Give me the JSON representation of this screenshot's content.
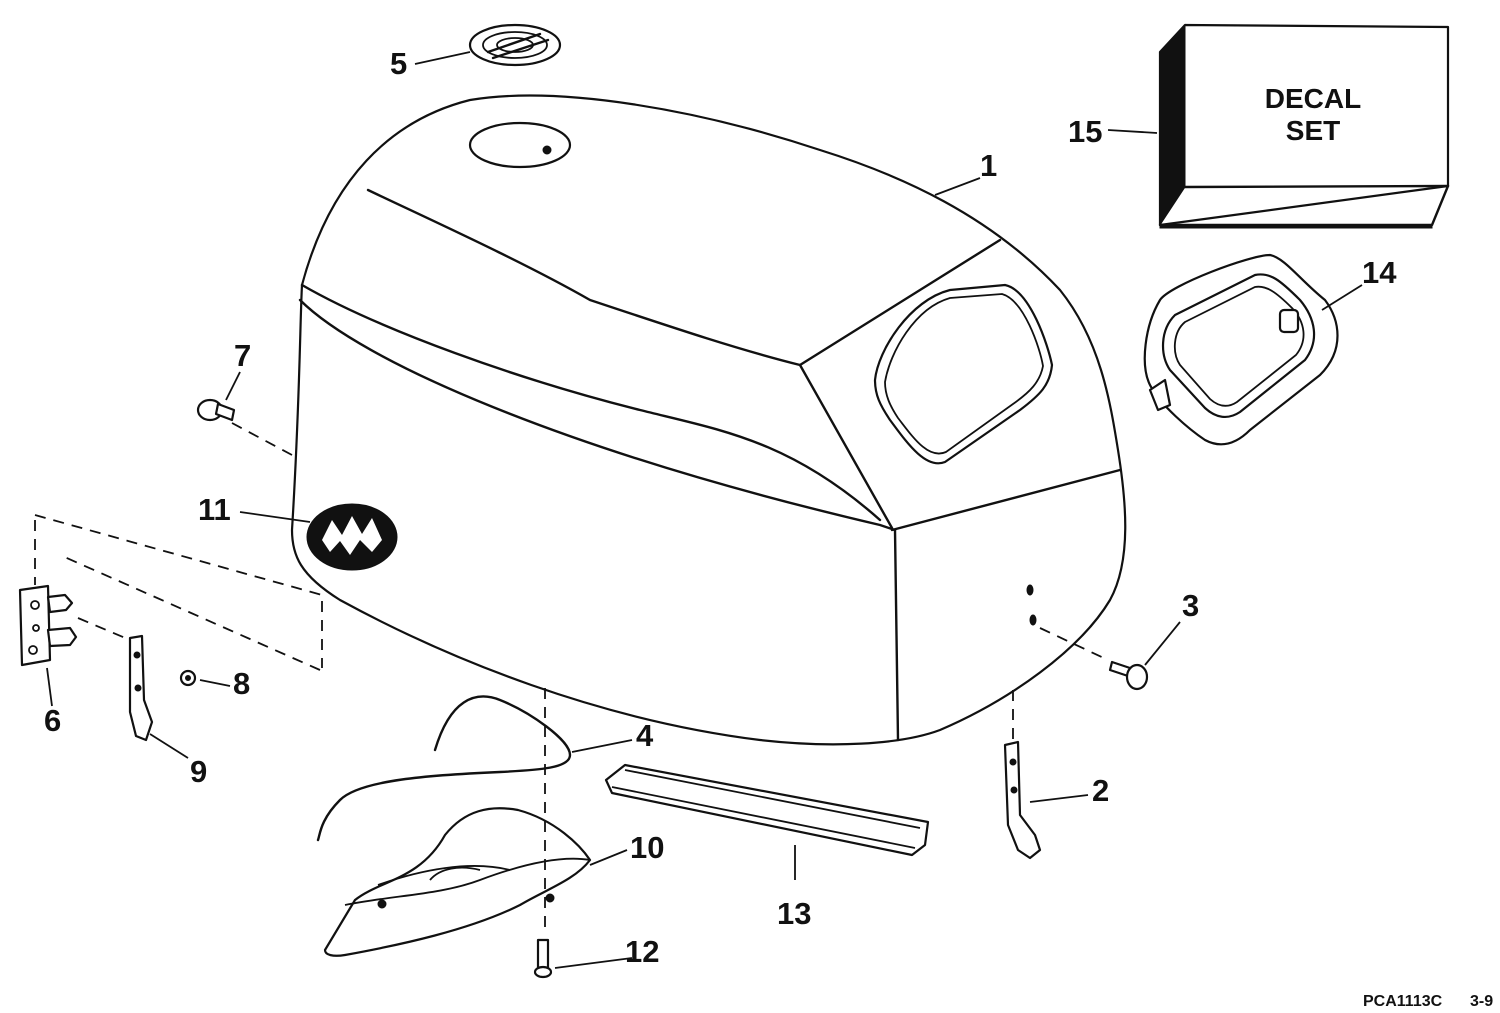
{
  "diagram": {
    "callouts": {
      "c1": "1",
      "c2": "2",
      "c3": "3",
      "c4": "4",
      "c5": "5",
      "c6": "6",
      "c7": "7",
      "c8": "8",
      "c9": "9",
      "c10": "10",
      "c11": "11",
      "c12": "12",
      "c13": "13",
      "c14": "14",
      "c15": "15"
    },
    "decal_box": {
      "line1": "DECAL",
      "line2": "SET"
    },
    "footer": {
      "code": "PCA1113C",
      "page": "3-9"
    }
  },
  "icons": [
    "engine-cover",
    "decal-set-box",
    "window-frame",
    "plug",
    "screw",
    "logo-badge"
  ],
  "colors": {
    "ink": "#111111",
    "paper": "#ffffff"
  }
}
